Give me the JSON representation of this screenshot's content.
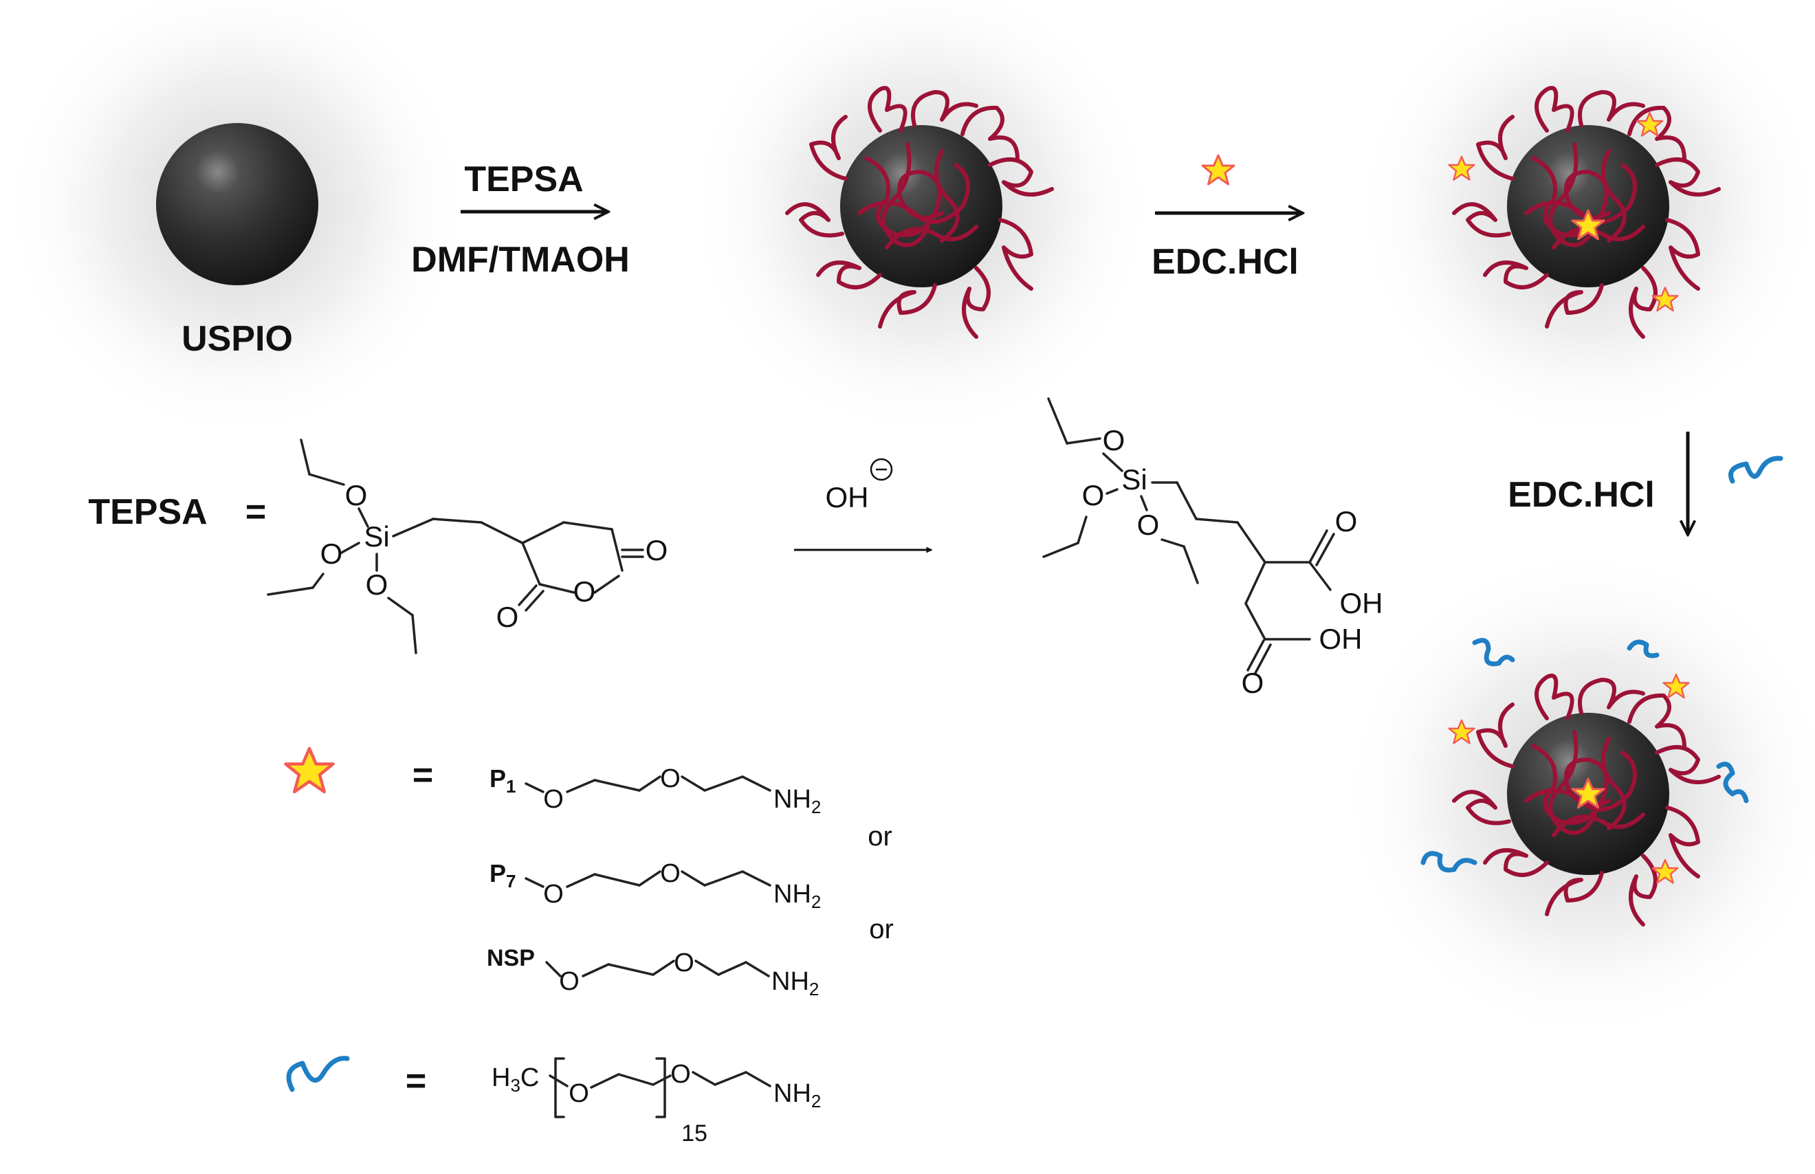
{
  "labels": {
    "uspio": "USPIO",
    "step1_top": "TEPSA",
    "step1_bottom": "DMF/TMAOH",
    "step2_bottom": "EDC.HCl",
    "step3_left": "EDC.HCl",
    "tepsa_def": "TEPSA",
    "equals": "=",
    "or": "or",
    "hydroxide": "OH",
    "peg_repeat": "15"
  },
  "atoms": {
    "O": "O",
    "Si": "Si",
    "OH": "OH",
    "NH2": "NH",
    "sub2": "2",
    "H3C": "H",
    "H3C_sub": "3",
    "H3C_c": "C"
  },
  "fluorophores": [
    {
      "prefix": "P",
      "sub": "1"
    },
    {
      "prefix": "P",
      "sub": "7"
    },
    {
      "prefix": "NSP",
      "sub": ""
    }
  ],
  "colors": {
    "polymer": "#9c1236",
    "peg": "#1f7fc4",
    "star_fill": "#ffe21a",
    "star_stroke": "#f25c54",
    "core": "#2b2b2b"
  }
}
